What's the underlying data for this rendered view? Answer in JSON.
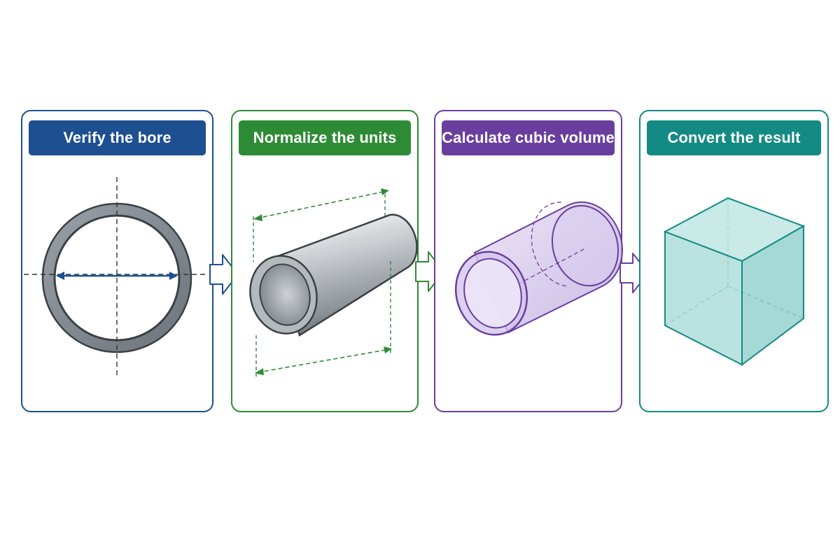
{
  "steps": [
    {
      "title": "Verify the bore",
      "color": "#1d4f91",
      "icon": "pipe-cross-section-icon"
    },
    {
      "title": "Normalize the units",
      "color": "#2e8b35",
      "icon": "pipe-length-icon"
    },
    {
      "title": "Calculate cubic volume",
      "color": "#6a3e9e",
      "icon": "transparent-cylinder-icon"
    },
    {
      "title": "Convert the result",
      "color": "#138a84",
      "icon": "cube-icon"
    }
  ]
}
